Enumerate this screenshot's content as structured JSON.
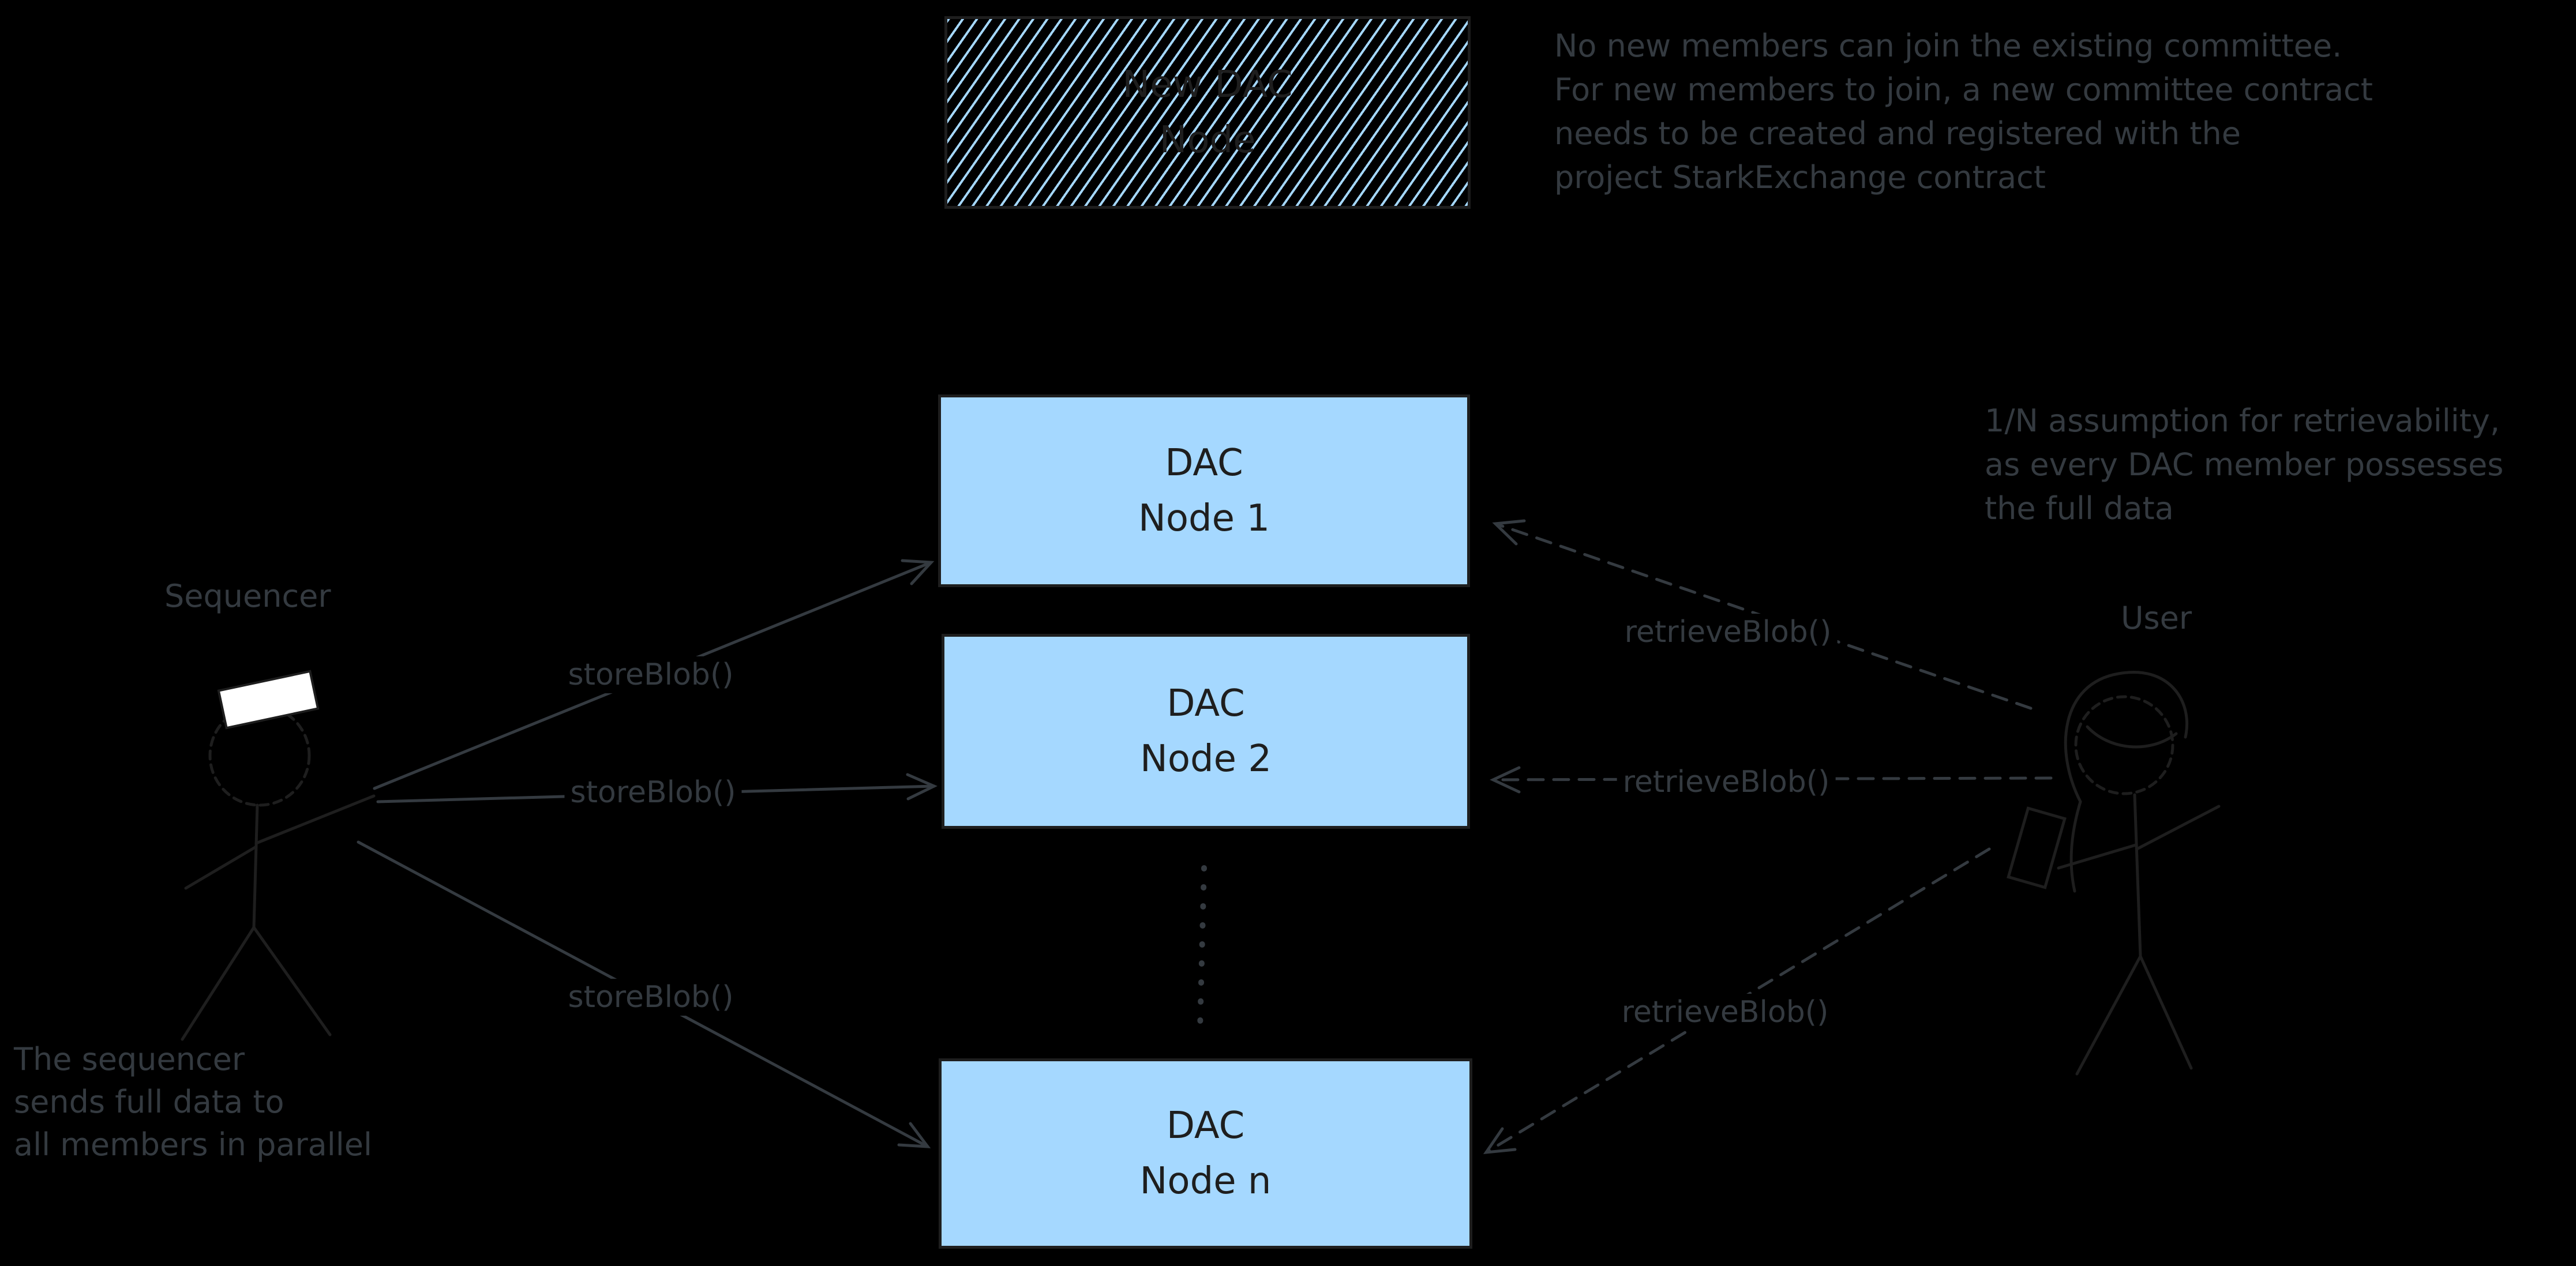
{
  "colors": {
    "background": "#000000",
    "node_fill": "#a5d8ff",
    "ink_dark": "#1e1e1e",
    "ink_gray": "#343a40",
    "hat_fill": "#ffffff"
  },
  "actors": {
    "sequencer_label": "Sequencer",
    "user_label": "User"
  },
  "boxes": {
    "new_dac": {
      "line1": "New DAC",
      "line2": "Node"
    },
    "node1": {
      "line1": "DAC",
      "line2": "Node 1"
    },
    "node2": {
      "line1": "DAC",
      "line2": "Node 2"
    },
    "node_n": {
      "line1": "DAC",
      "line2": "Node n"
    }
  },
  "edge_labels": {
    "store1": "storeBlob()",
    "store2": "storeBlob()",
    "store3": "storeBlob()",
    "retrieve1": "retrieveBlob()",
    "retrieve2": "retrieveBlob()",
    "retrieve3": "retrieveBlob()"
  },
  "notes": {
    "committee": "No new members can join the existing committee.\nFor new members to join, a new committee contract\nneeds to be created and registered with the\nproject StarkExchange contract",
    "retrievability": "1/N assumption for retrievability,\nas every DAC member possesses\nthe full data",
    "parallel": "The sequencer\nsends full data to\nall members in parallel"
  }
}
